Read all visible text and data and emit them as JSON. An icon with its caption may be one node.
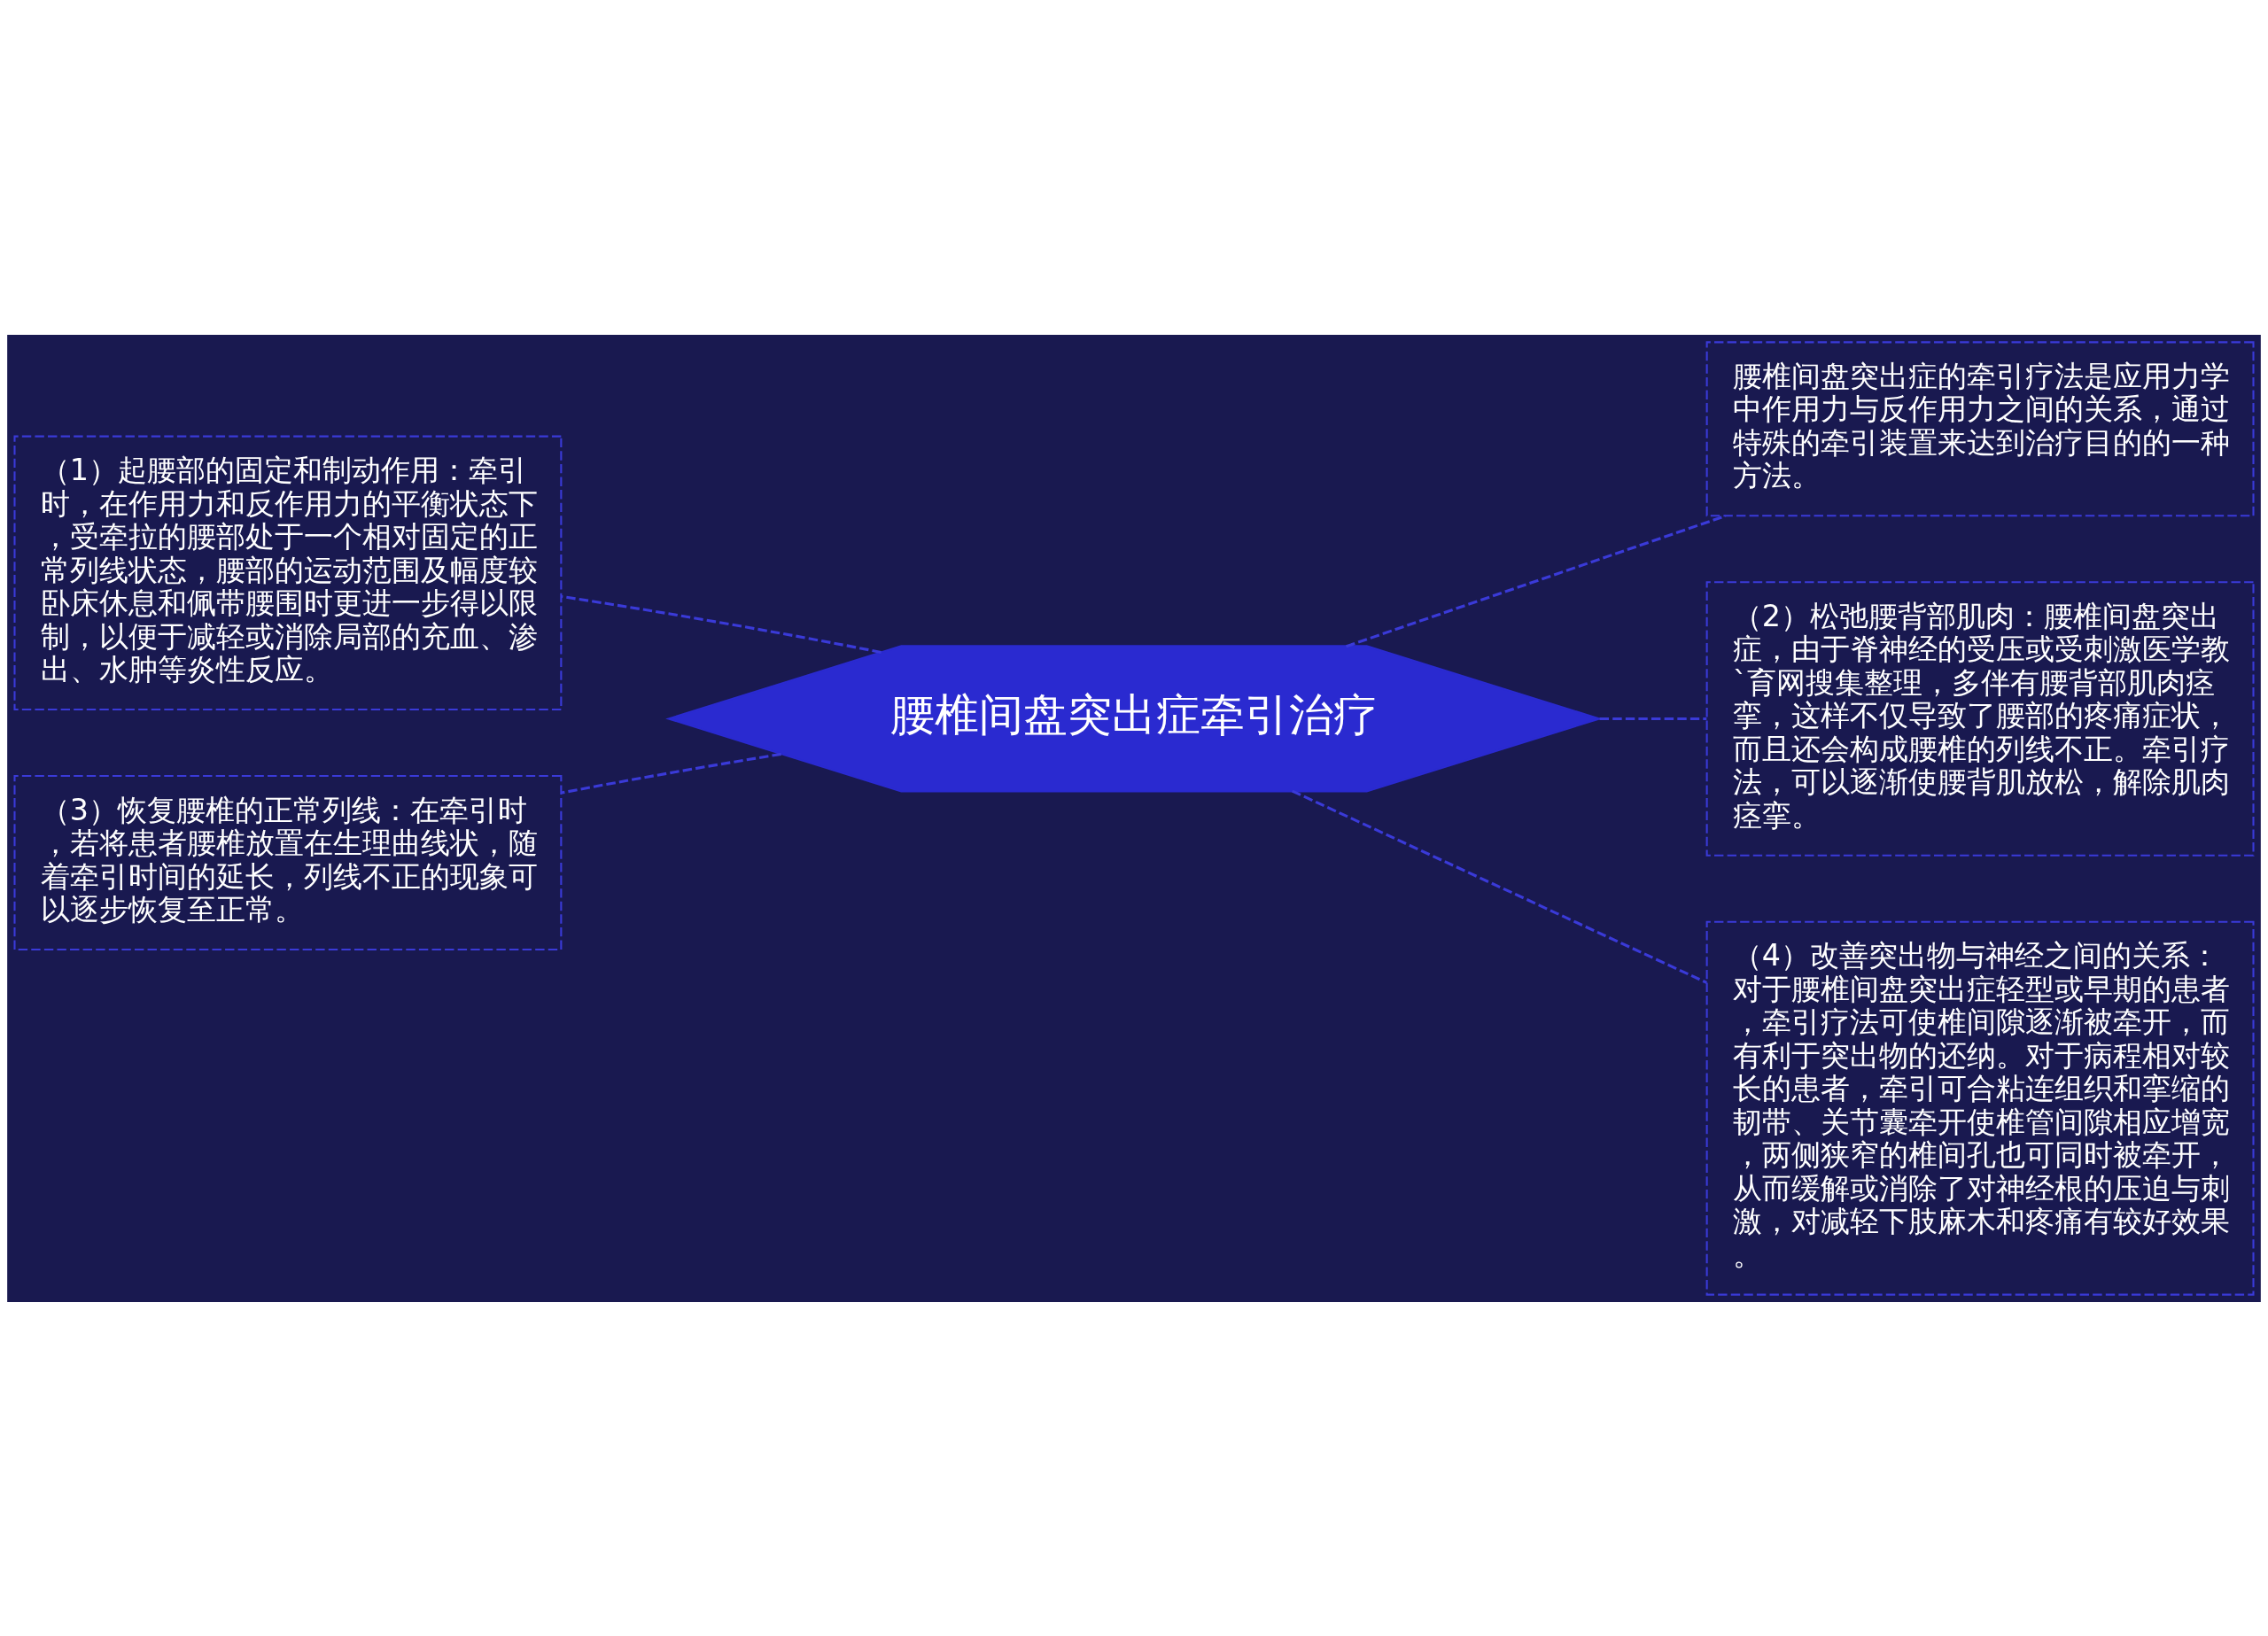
{
  "diagram": {
    "nodes": [
      {
        "text": [
          "腰椎间盘突出症牵引治疗"
        ]
      },
      {
        "text": [
          "（1）起腰部的固定和制动作用：牵引时，在作用力和反作用力的平衡状态下，受牵拉的腰部处于一个相对固定的正常列线状态，腰部的运动范围及幅度较卧床休息和佩带腰围时更进一步得以限制，以便于减轻或消除局部的充血、渗出、水肿等炎性反应。"
        ]
      },
      {
        "text": [
          "（3）恢复腰椎的正常列线：在牵引时，若将患者腰椎放置在生理曲线状，随着牵引时间的延长，列线不正的现象可以逐步恢复至正常。"
        ]
      },
      {
        "text": [
          "腰椎间盘突出症的牵引疗法是应用力学中作用力与反作用力之间的关系，通过特殊的牵引装置来达到治疗目的的一种方法。"
        ]
      },
      {
        "text": [
          "（2）松弛腰背部肌肉：腰椎间盘突出症，由于脊神经的受压或受刺激医学教`育网搜集整理，多伴有腰背部肌肉痉挛，这样不仅导致了腰部的疼痛症状，而且还会构成腰椎的列线不正。牵引疗法，可以逐渐使腰背肌放松，解除肌肉痉挛。"
        ]
      },
      {
        "text": [
          "（4）改善突出物与神经之间的关系：对于腰椎间盘突出症轻型或早期的患者，牵引疗法可使椎间隙逐渐被牵开，而有利于突出物的还纳。对于病程相对较长的患者，牵引可合粘连组织和挛缩的韧带、关节囊牵开使椎管间隙相应增宽，两侧狭窄的椎间孔也可同时被牵开，从而缓解或消除了对神经根的压迫与刺激，对减轻下肢麻木和疼痛有较好效果。"
        ]
      }
    ],
    "edges": [
      {
        "from": 0,
        "to": 1,
        "arrow": "none"
      },
      {
        "from": 0,
        "to": 2,
        "arrow": "none"
      },
      {
        "from": 0,
        "to": 3,
        "arrow": "none"
      },
      {
        "from": 0,
        "to": 4,
        "arrow": "none"
      },
      {
        "from": 0,
        "to": 5,
        "arrow": "none"
      }
    ]
  }
}
